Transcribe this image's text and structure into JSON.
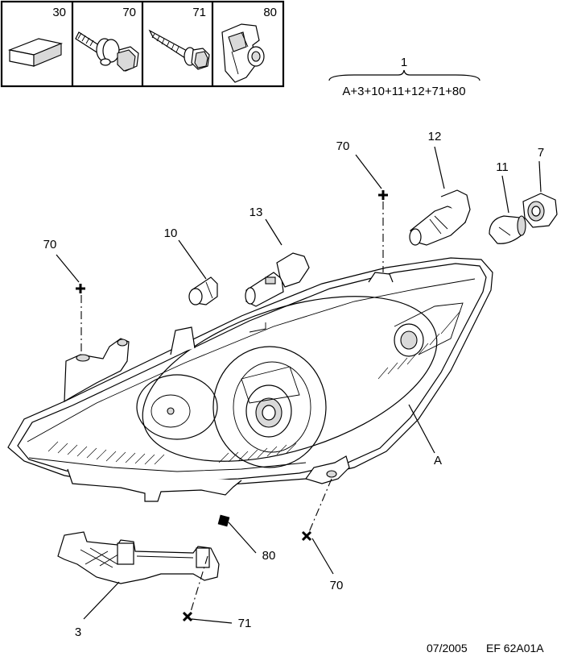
{
  "legend_box": {
    "cells": [
      {
        "number": "30",
        "icon": "spacer-block-icon"
      },
      {
        "number": "70",
        "icon": "screw-with-nut-icon"
      },
      {
        "number": "71",
        "icon": "self-tapping-screw-icon"
      },
      {
        "number": "80",
        "icon": "clip-nut-icon"
      }
    ]
  },
  "kit": {
    "number": "1",
    "formula": "A+3+10+11+12+71+80"
  },
  "callouts": {
    "c70_left": "70",
    "c70_top": "70",
    "c70_bottom": "70",
    "c71_bottom": "71",
    "c80": "80",
    "c3": "3",
    "c10": "10",
    "c13": "13",
    "c12": "12",
    "c11": "11",
    "c7": "7",
    "cA": "A"
  },
  "footer": {
    "date": "07/2005",
    "reference": "EF 62A01A"
  }
}
